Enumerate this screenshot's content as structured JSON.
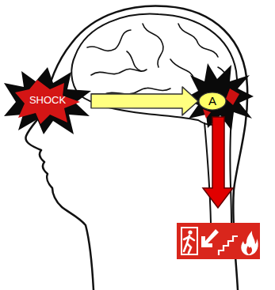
{
  "diagram": {
    "nodes": [
      {
        "text": [
          "SHOCK"
        ]
      },
      {
        "text": [
          "A"
        ]
      }
    ],
    "edges": [
      {
        "from": 0,
        "to": 1,
        "arrow": "to"
      }
    ]
  }
}
